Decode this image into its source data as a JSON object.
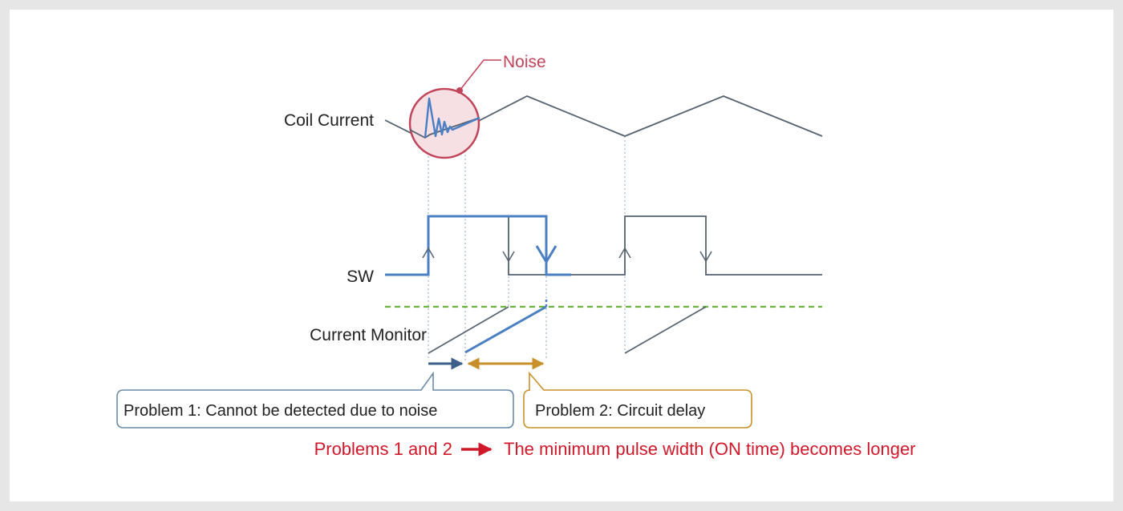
{
  "labels": {
    "noise": "Noise",
    "coil_current": "Coil Current",
    "sw": "SW",
    "current_monitor": "Current Monitor"
  },
  "callouts": {
    "problem1": "Problem 1: Cannot be detected due to noise",
    "problem2": "Problem 2: Circuit delay"
  },
  "conclusion": {
    "left": "Problems 1 and 2",
    "right": "The minimum pulse width (ON time) becomes longer"
  },
  "colors": {
    "background": "#e6e6e6",
    "panel": "#ffffff",
    "waveform_gray": "#546270",
    "waveform_blue": "#4a7fc4",
    "noise_red": "#c2445a",
    "noise_fill": "#f7e0e4",
    "threshold_green": "#6bb33a",
    "delay_gold": "#c8902a",
    "conclusion_red": "#d0182a",
    "problem1_border": "#6a8aa6",
    "problem2_border": "#c8902a"
  },
  "icons": {
    "noise_marker": "dot-icon",
    "conclusion_arrow": "right-arrow-icon"
  }
}
